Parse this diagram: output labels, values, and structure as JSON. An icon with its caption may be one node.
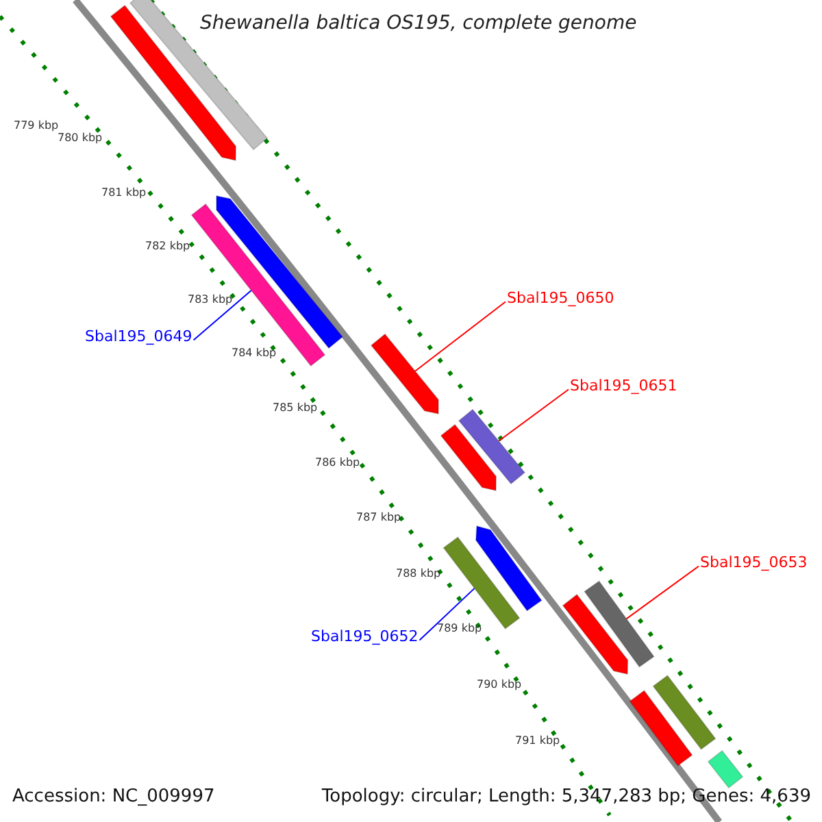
{
  "diagram": {
    "title": "Shewanella baltica OS195, complete genome",
    "nodes": [
      {
        "text": [
          "Sbal195_0650"
        ]
      },
      {
        "text": [
          "Sbal195_0649"
        ]
      },
      {
        "text": [
          "Sbal195_0651"
        ]
      },
      {
        "text": [
          "Sbal195_0653"
        ]
      },
      {
        "text": [
          "Sbal195_0652"
        ]
      },
      {
        "text": [],
        "shape": "bar"
      },
      {
        "text": [],
        "shape": "arrow"
      },
      {
        "text": [],
        "shape": "arrow"
      },
      {
        "text": [],
        "shape": "bar"
      },
      {
        "text": [],
        "shape": "arrow"
      },
      {
        "text": [],
        "shape": "bar"
      },
      {
        "text": [],
        "shape": "arrow"
      },
      {
        "text": [],
        "shape": "arrow"
      },
      {
        "text": [],
        "shape": "bar"
      },
      {
        "text": [],
        "shape": "bar"
      },
      {
        "text": [],
        "shape": "arrow"
      },
      {
        "text": [],
        "shape": "bar"
      },
      {
        "text": [],
        "shape": "bar"
      },
      {
        "text": [],
        "shape": "bar"
      }
    ],
    "edges": [
      {
        "from": 1,
        "to": 8,
        "arrow": "none",
        "color": "#0000ff"
      },
      {
        "from": 0,
        "to": 9,
        "arrow": "none"
      },
      {
        "from": 2,
        "to": 10,
        "arrow": "none"
      },
      {
        "from": 3,
        "to": 14,
        "arrow": "none"
      },
      {
        "from": 4,
        "to": 13,
        "arrow": "none",
        "color": "#0000ff"
      }
    ],
    "labels": [
      "779 kbp",
      "780 kbp",
      "781 kbp",
      "782 kbp",
      "783 kbp",
      "784 kbp",
      "785 kbp",
      "786 kbp",
      "787 kbp",
      "788 kbp",
      "789 kbp",
      "790 kbp",
      "791 kbp",
      "Accession: NC_009997",
      "Topology: circular; Length: 5,347,283 bp; Genes: 4,639"
    ]
  }
}
